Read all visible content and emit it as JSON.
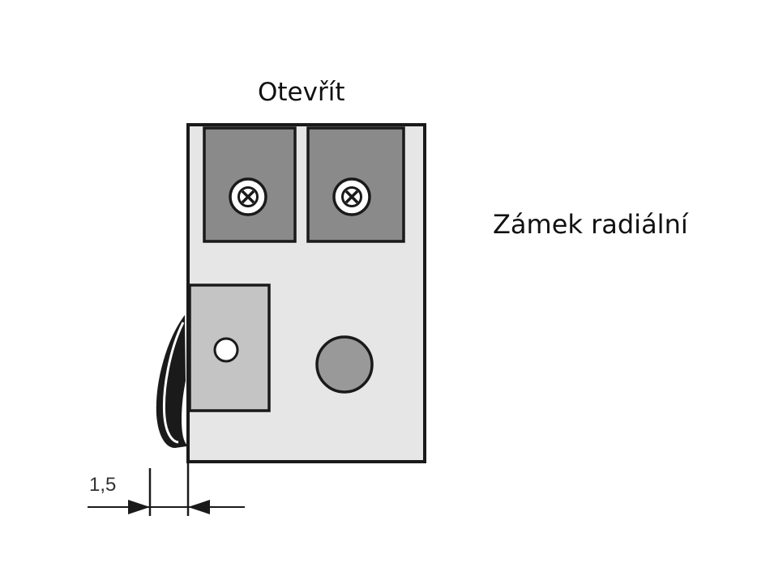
{
  "labels": {
    "open": "Otevřít",
    "lock_type": "Zámek radiální",
    "dimension": "1,5"
  },
  "colors": {
    "outline": "#1a1a1a",
    "housing_fill": "#e6e6e6",
    "screw_block_fill": "#8a8a8a",
    "slider_fill": "#c4c4c4",
    "knob_fill": "#999999",
    "seal_fill": "#1a1a1a"
  },
  "icons": {
    "screw": "cross-screw-icon",
    "arrow": "dimension-arrow-icon"
  }
}
